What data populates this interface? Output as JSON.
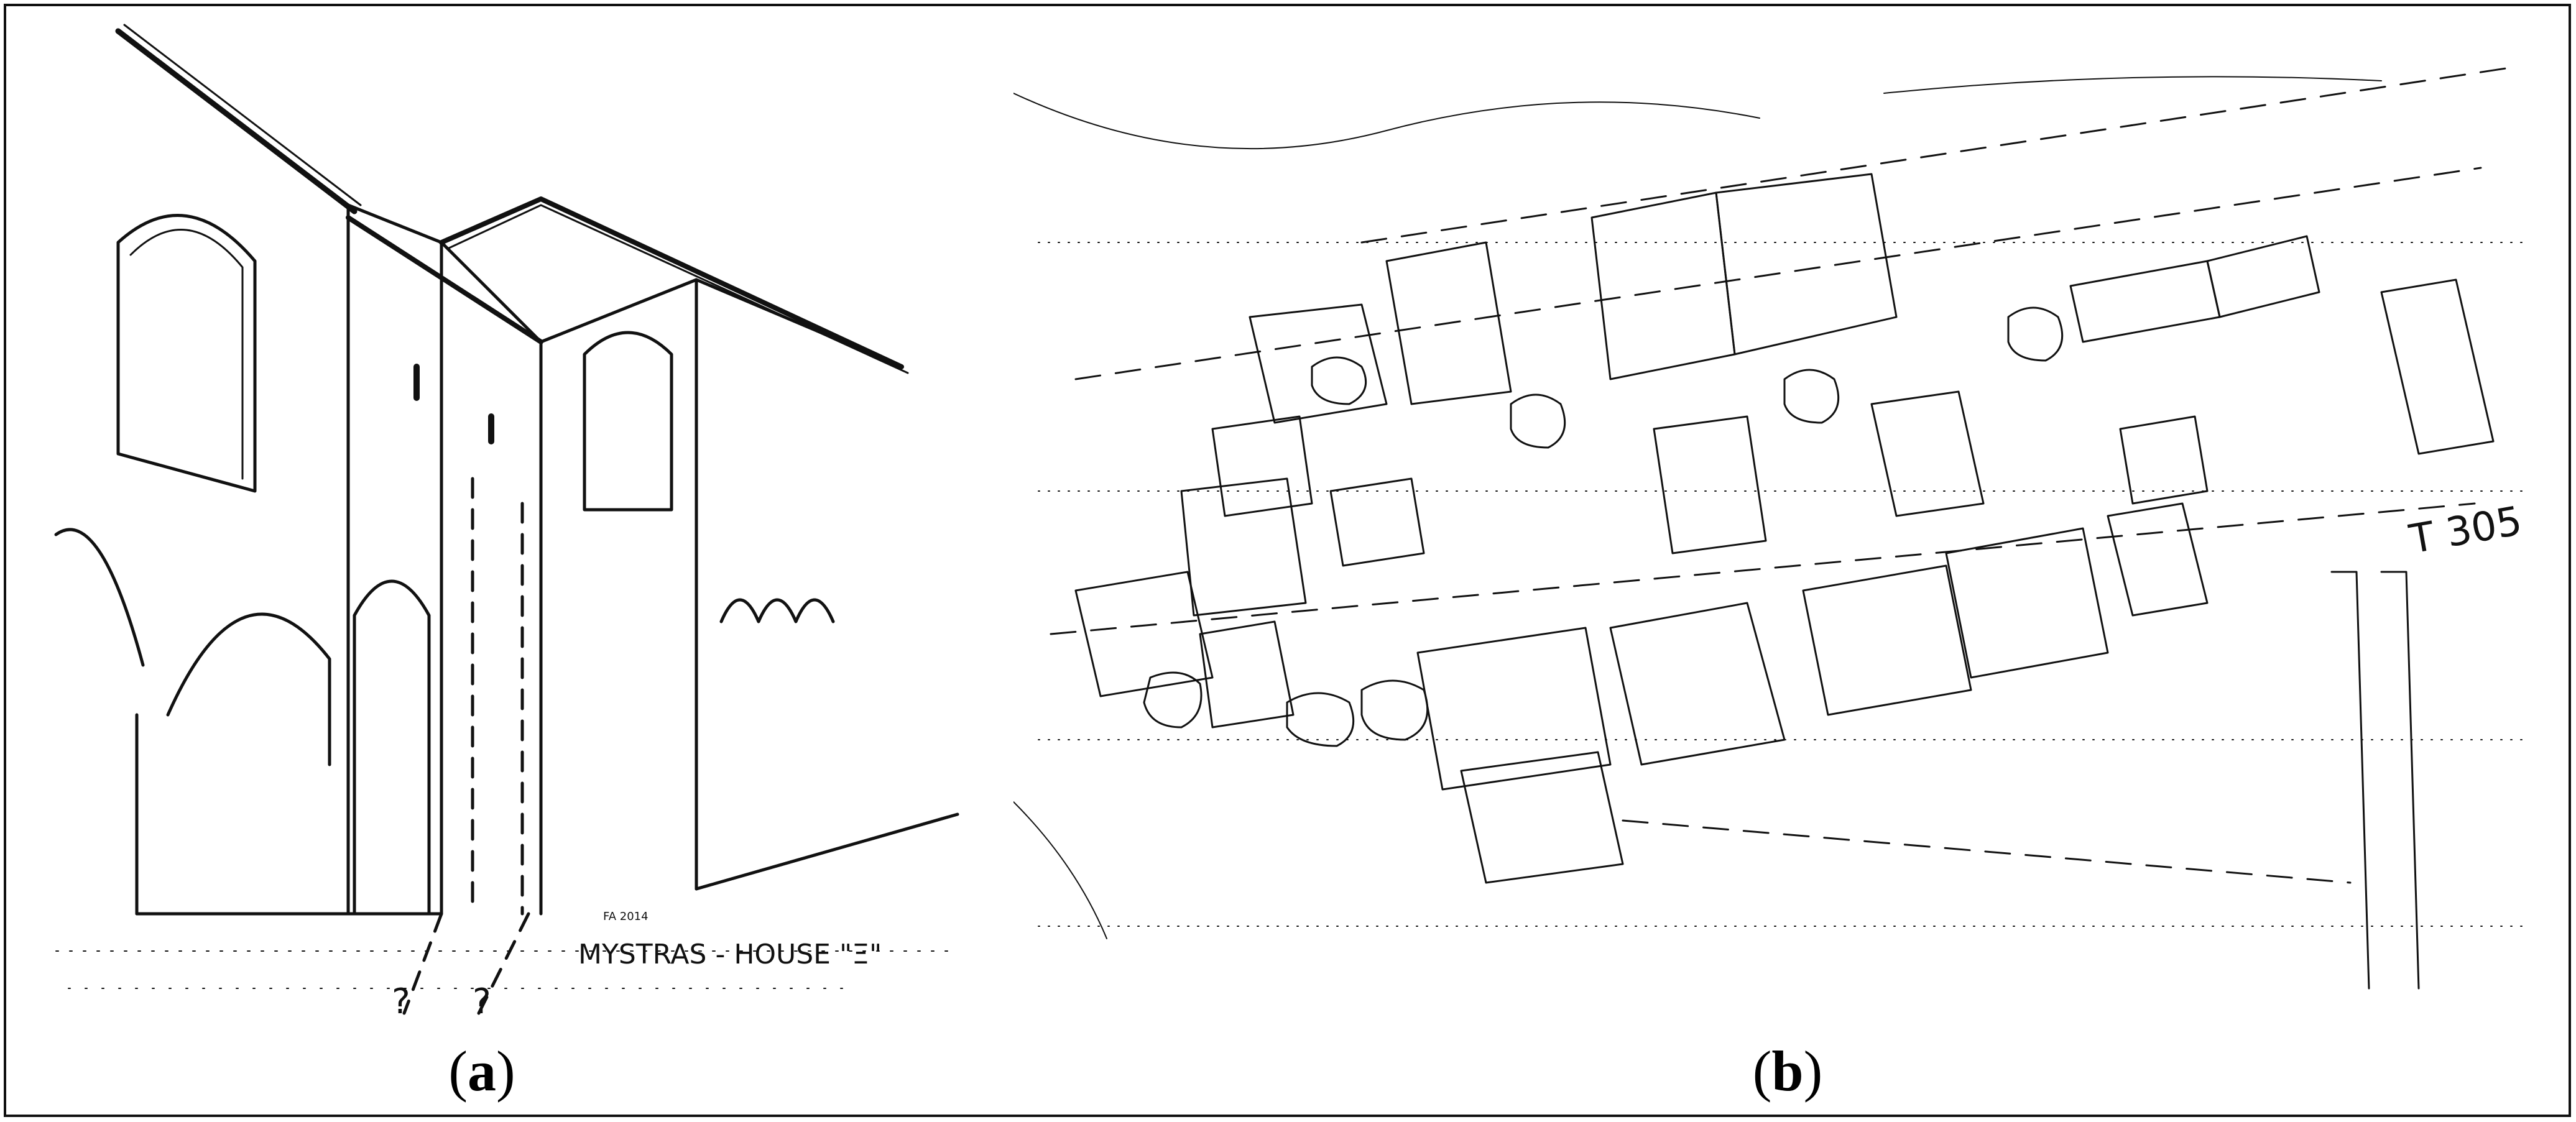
{
  "figure": {
    "panels": [
      {
        "id": "a",
        "caption_open": "(",
        "caption_letter": "a",
        "caption_close": ")",
        "sketch_label": "MYSTRAS - HOUSE \"Ξ\"",
        "question_marks": [
          "?",
          "?"
        ],
        "signature": "FA 2014"
      },
      {
        "id": "b",
        "caption_open": "(",
        "caption_letter": "b",
        "caption_close": ")",
        "trench_label": "T 305"
      }
    ]
  },
  "colors": {
    "ink": "#111111",
    "background": "#ffffff",
    "frame": "#111111"
  }
}
